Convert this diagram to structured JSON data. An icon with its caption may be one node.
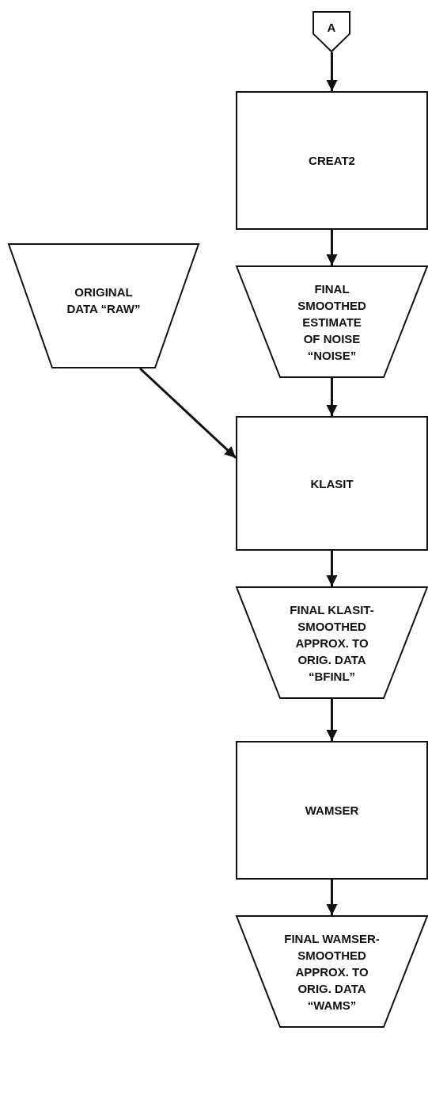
{
  "diagram": {
    "nodes": [
      {
        "text": [
          "A"
        ]
      },
      {
        "text": [
          "CREAT2"
        ]
      },
      {
        "text": [
          "FINAL SMOOTHED ESTIMATE OF NOISE “NOISE”"
        ]
      },
      {
        "text": [
          "ORIGINAL DATA “RAW”"
        ]
      },
      {
        "text": [
          "KLASIT"
        ]
      },
      {
        "text": [
          "FINAL KLASIT-SMOOTHED APPROX. TO ORIG. DATA “BFINL”"
        ]
      },
      {
        "text": [
          "WAMSER"
        ]
      },
      {
        "text": [
          "FINAL WAMSER-SMOOTHED APPROX. TO ORIG. DATA “WAMS”"
        ]
      }
    ],
    "edges": [
      {
        "from": 0,
        "to": 1,
        "arrow": "to"
      },
      {
        "from": 1,
        "to": 2,
        "arrow": "to"
      },
      {
        "from": 2,
        "to": 4,
        "arrow": "to"
      },
      {
        "from": 3,
        "to": 4,
        "arrow": "to"
      },
      {
        "from": 4,
        "to": 5,
        "arrow": "to"
      },
      {
        "from": 5,
        "to": 6,
        "arrow": "to"
      },
      {
        "from": 6,
        "to": 7,
        "arrow": "to"
      }
    ]
  }
}
